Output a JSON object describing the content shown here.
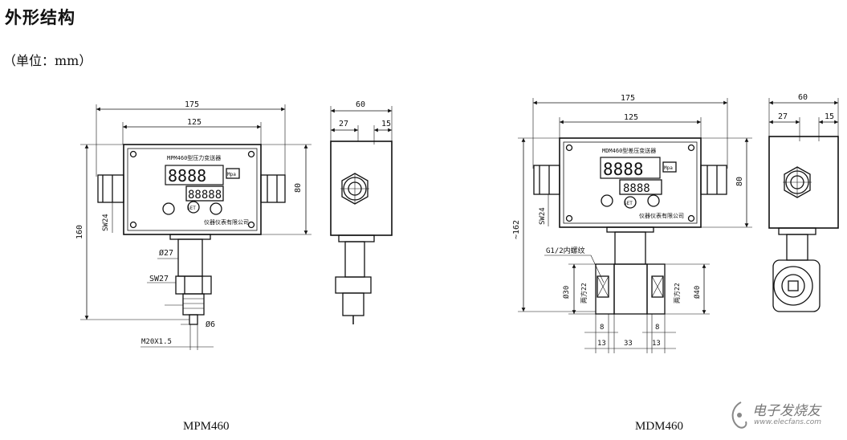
{
  "header": {
    "title": "外形结构",
    "unit_note": "（单位：mm）"
  },
  "mpm460": {
    "caption": "MPM460",
    "panel_title": "MPM460型压力变送器",
    "dims": {
      "overall_width": "175",
      "panel_width": "125",
      "side_depth": "60",
      "side_left": "27",
      "side_right": "15",
      "height_right": "80",
      "total_height": "160",
      "sw_cover": "SW24",
      "stem_dia": "Ø27",
      "hex": "SW27",
      "tip_dia": "Ø6",
      "thread": "M20X1.5"
    },
    "panel": {
      "display_main": "8888",
      "display_sub": "88888",
      "unit_badge": "Mpa",
      "brand": "仪器仪表有限公司",
      "btn_set": "SET"
    }
  },
  "mdm460": {
    "caption": "MDM460",
    "panel_title": "MDM460型差压变送器",
    "dims": {
      "overall_width": "175",
      "panel_width": "125",
      "side_depth": "60",
      "side_left": "27",
      "side_right": "15",
      "height_right": "80",
      "total_height": "~162",
      "sw_cover": "SW24",
      "thread_note": "G1/2内螺纹",
      "dia_left": "Ø30",
      "dia_right": "Ø40",
      "flat_left": "两方22",
      "flat_right": "两方22",
      "w_left": "8",
      "w_right": "8",
      "base_left": "13",
      "base_mid": "33",
      "base_right": "13"
    },
    "panel": {
      "display_main": "8888",
      "display_sub": "8888",
      "unit_badge": "Mpa",
      "brand": "仪器仪表有限公司",
      "btn_set": "SET"
    }
  },
  "watermark": {
    "text": "电子发烧友",
    "url": "www.elecfans.com"
  }
}
